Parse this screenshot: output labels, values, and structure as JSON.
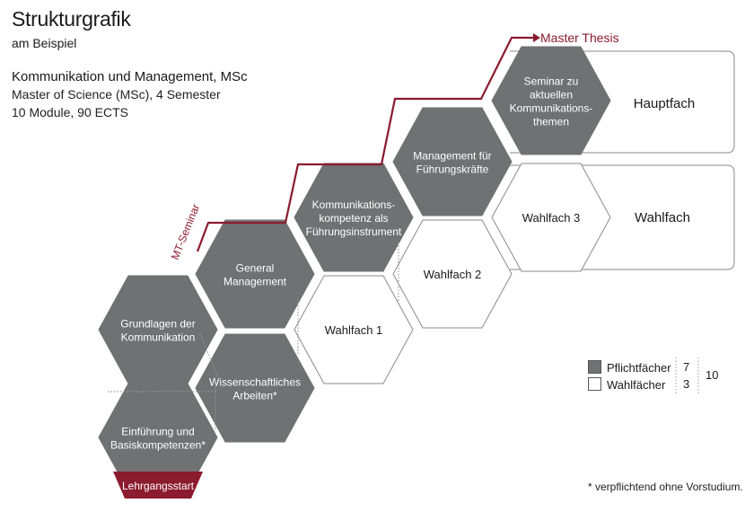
{
  "header": {
    "title": "Strukturgrafik",
    "subtitle": "am Beispiel",
    "program": "Kommunikation und Management, MSc",
    "degree": "Master of Science (MSc), 4 Semester",
    "modules": "10 Module, 90 ECTS"
  },
  "colors": {
    "mandatory": "#6f7173",
    "elective": "#ffffff",
    "accent": "#8b1b2e",
    "outline": "#8a8a8a"
  },
  "path_labels": {
    "mt_seminar": "MT-Seminar",
    "master_thesis": "Master Thesis",
    "start": "Lehrgangsstart"
  },
  "rows": {
    "main_subject": "Hauptfach",
    "elective_subject": "Wahlfach"
  },
  "modules": [
    {
      "id": "einfuehrung",
      "type": "mandatory",
      "lines": [
        "Einführung und",
        "Basiskompetenzen*"
      ]
    },
    {
      "id": "grundlagen",
      "type": "mandatory",
      "lines": [
        "Grundlagen der",
        "Kommunikation"
      ]
    },
    {
      "id": "wissenschaftliches",
      "type": "mandatory",
      "lines": [
        "Wissenschaftliches",
        "Arbeiten*"
      ]
    },
    {
      "id": "general",
      "type": "mandatory",
      "lines": [
        "General",
        "Management"
      ]
    },
    {
      "id": "wahlfach1",
      "type": "elective",
      "lines": [
        "Wahlfach 1"
      ]
    },
    {
      "id": "kommunikationskompetenz",
      "type": "mandatory",
      "lines": [
        "Kommunikations-",
        "kompetenz als",
        "Führungsinstrument"
      ]
    },
    {
      "id": "wahlfach2",
      "type": "elective",
      "lines": [
        "Wahlfach 2"
      ]
    },
    {
      "id": "management",
      "type": "mandatory",
      "lines": [
        "Management für",
        "Führungskräfte"
      ]
    },
    {
      "id": "wahlfach3",
      "type": "elective",
      "lines": [
        "Wahlfach 3"
      ]
    },
    {
      "id": "seminar",
      "type": "mandatory",
      "lines": [
        "Seminar zu",
        "aktuellen",
        "Kommunikations-",
        "themen"
      ]
    }
  ],
  "legend": {
    "mandatory_label": "Pflichtfächer",
    "mandatory_count": "7",
    "elective_label": "Wahlfächer",
    "elective_count": "3",
    "total": "10"
  },
  "footnote": "* verpflichtend ohne Vorstudium."
}
